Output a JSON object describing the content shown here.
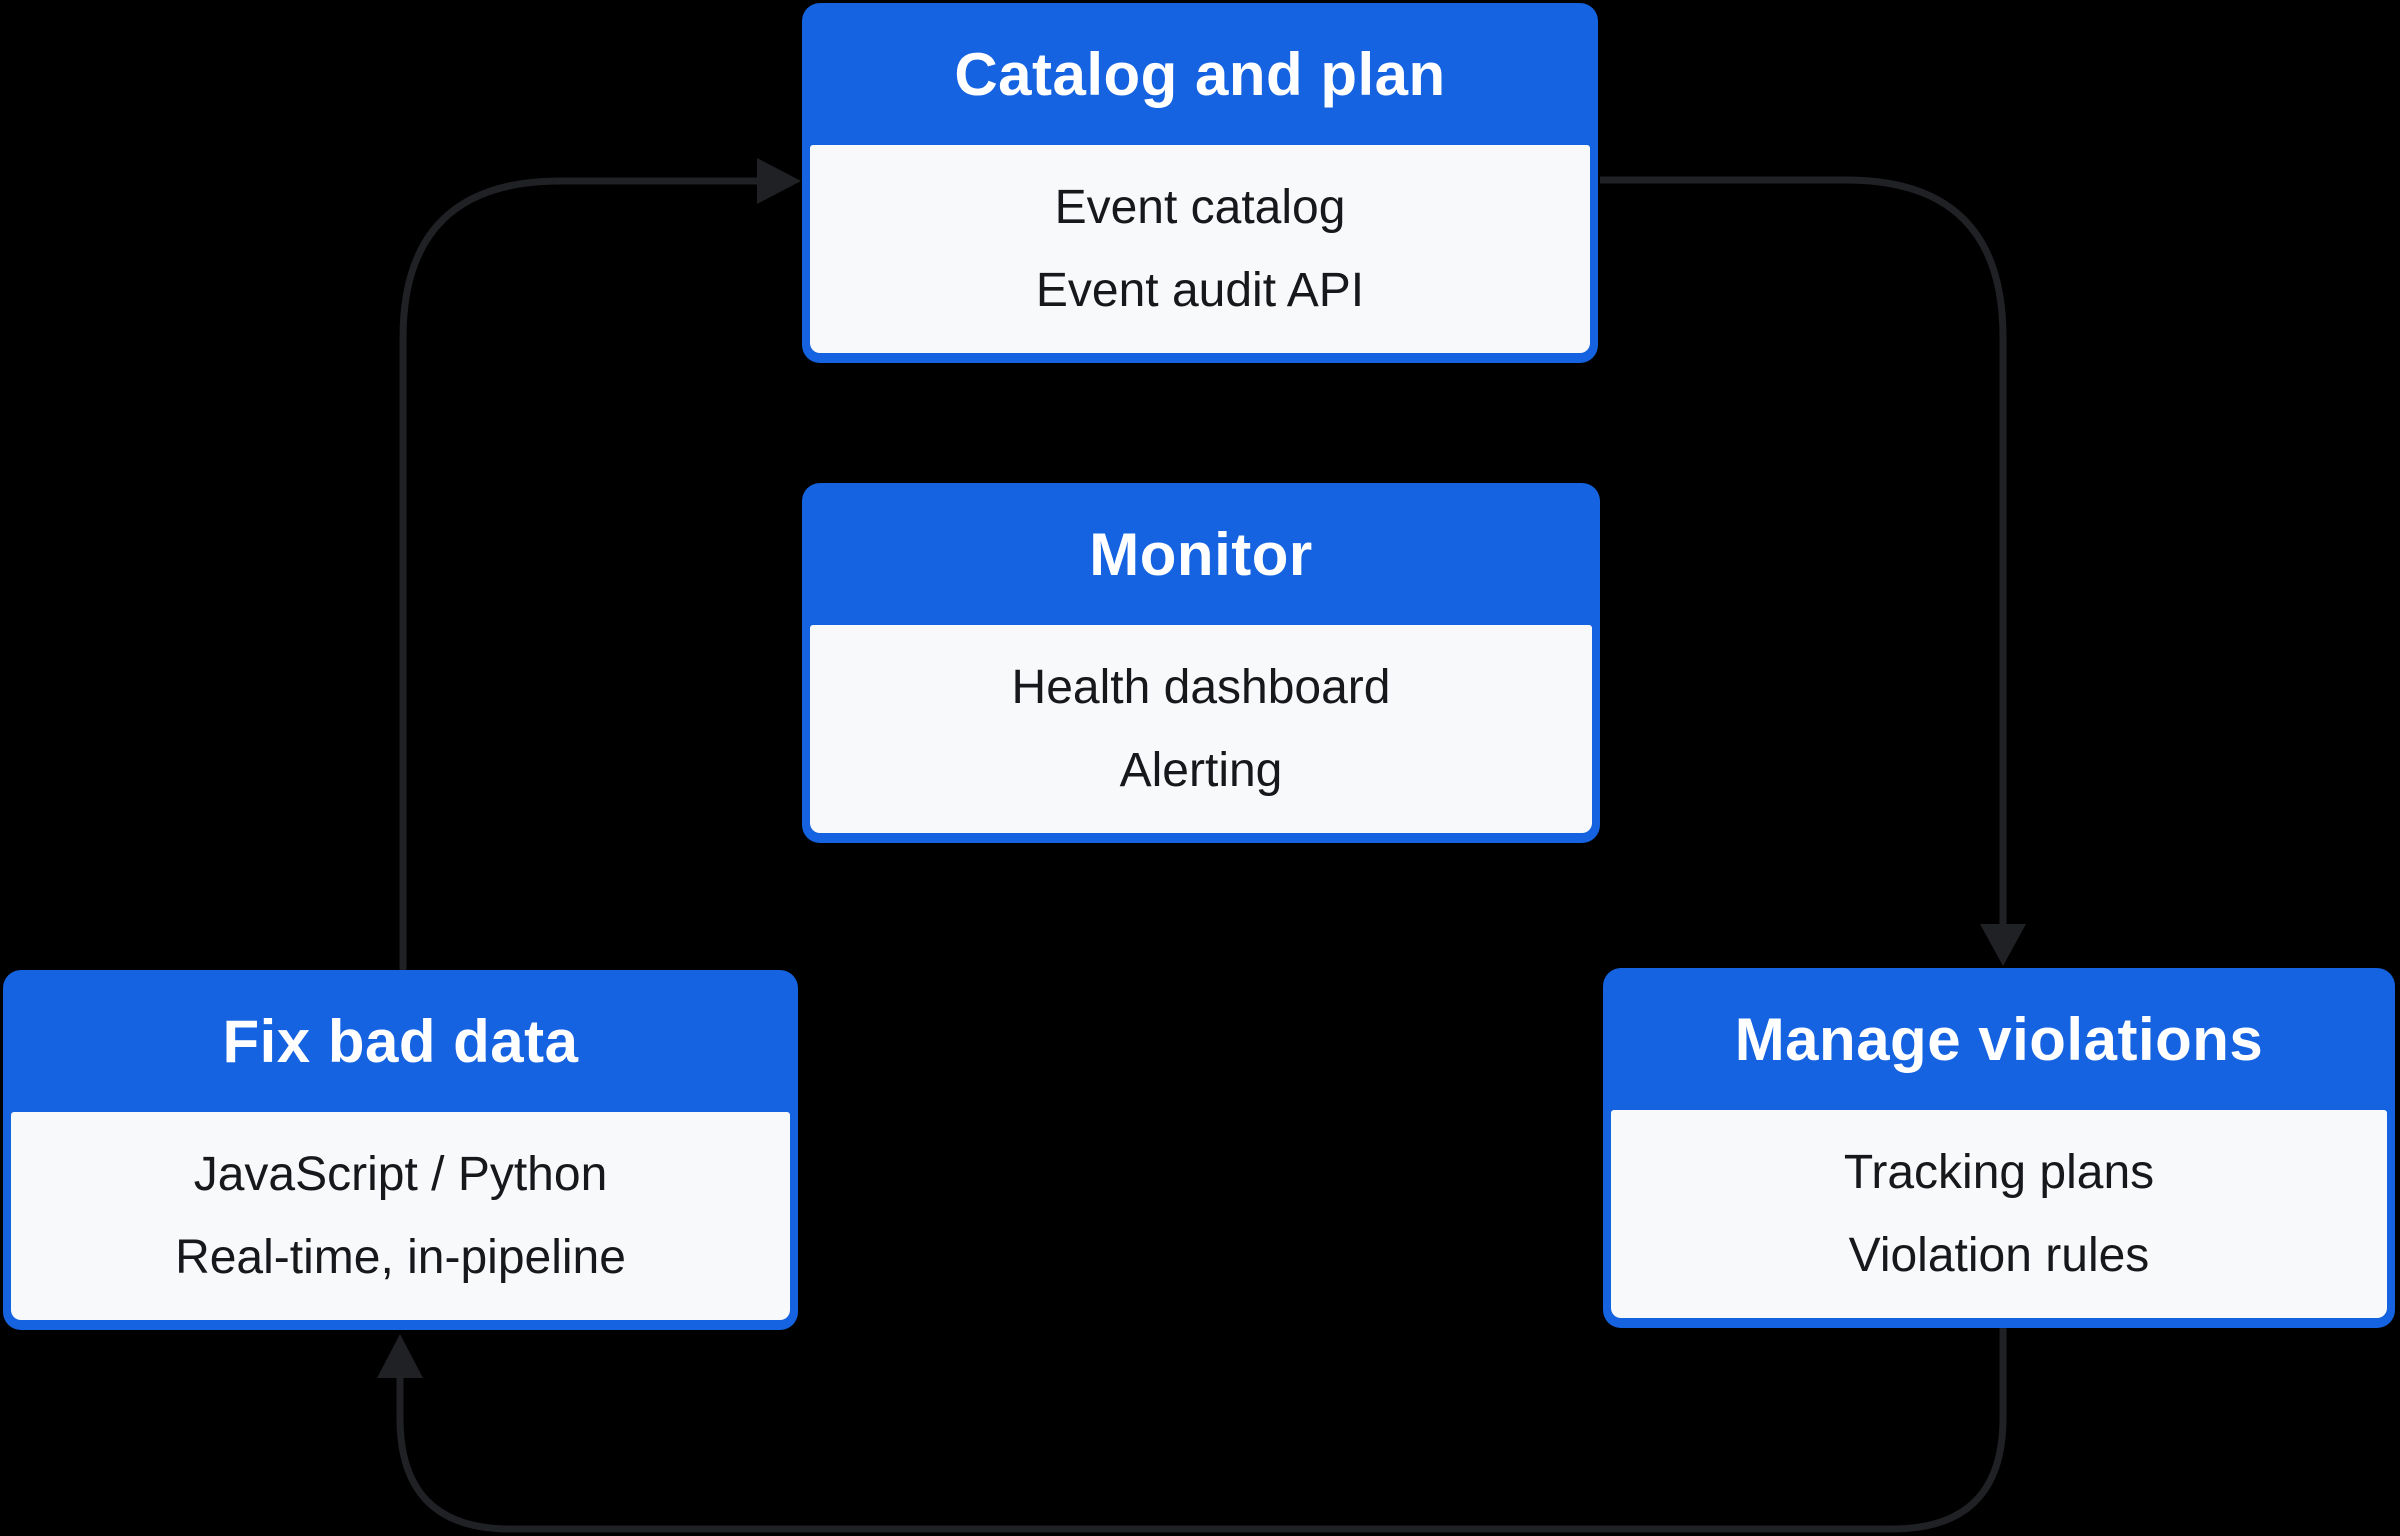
{
  "colors": {
    "background": "#000000",
    "header_blue": "#1563e1",
    "header_text": "#ffffff",
    "body_bg": "#f7f9fa",
    "body_text": "#17181b",
    "arrow": "#202124"
  },
  "boxes": [
    {
      "id": "catalog-and-plan",
      "title": "Catalog and plan",
      "items": [
        "Event catalog",
        "Event audit API"
      ]
    },
    {
      "id": "monitor",
      "title": "Monitor",
      "items": [
        "Health dashboard",
        "Alerting"
      ]
    },
    {
      "id": "fix-bad-data",
      "title": "Fix bad data",
      "items": [
        "JavaScript / Python",
        "Real-time, in-pipeline"
      ]
    },
    {
      "id": "manage-violations",
      "title": "Manage violations",
      "items": [
        "Tracking plans",
        "Violation rules"
      ]
    }
  ],
  "arrows": [
    {
      "from": "fix-bad-data",
      "to": "catalog-and-plan"
    },
    {
      "from": "catalog-and-plan",
      "to": "manage-violations"
    },
    {
      "from": "manage-violations",
      "to": "fix-bad-data"
    }
  ]
}
